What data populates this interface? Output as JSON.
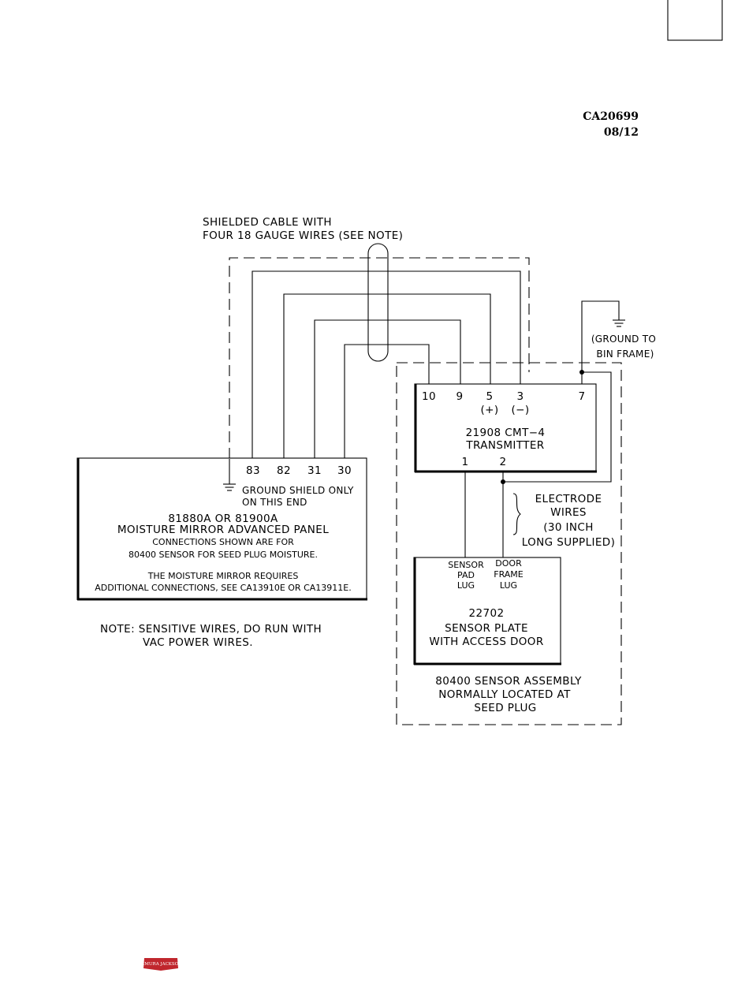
{
  "drawing": {
    "number": "CA20699",
    "date": "08/12"
  },
  "cable": {
    "label_line1": "SHIELDED CABLE WITH",
    "label_line2": "FOUR 18 GAUGE WIRES (SEE NOTE)"
  },
  "panel": {
    "terminals": [
      "83",
      "82",
      "31",
      "30"
    ],
    "ground_note_line1": "GROUND SHIELD ONLY",
    "ground_note_line2": "ON THIS END",
    "title_line1": "81880A OR 81900A",
    "title_line2": "MOISTURE MIRROR ADVANCED PANEL",
    "conn_line1": "CONNECTIONS SHOWN ARE FOR",
    "conn_line2": "80400 SENSOR FOR SEED PLUG MOISTURE.",
    "req_line1": "THE MOISTURE MIRROR REQUIRES",
    "req_line2": "ADDITIONAL CONNECTIONS, SEE CA13910E OR CA13911E."
  },
  "transmitter": {
    "terminals": [
      "10",
      "9",
      "5",
      "3",
      "7"
    ],
    "polarity_plus": "(+)",
    "polarity_minus": "(−)",
    "title_line1": "21908 CMT−4",
    "title_line2": "TRANSMITTER",
    "bottom_terminals": [
      "1",
      "2"
    ]
  },
  "ground": {
    "line1": "(GROUND TO",
    "line2": "BIN FRAME)"
  },
  "electrode": {
    "line1": "ELECTRODE",
    "line2": "WIRES",
    "line3": "(30 INCH",
    "line4": "LONG SUPPLIED)"
  },
  "plate": {
    "lug1_line1": "SENSOR",
    "lug1_line2": "PAD",
    "lug1_line3": "LUG",
    "lug2_line1": "DOOR",
    "lug2_line2": "FRAME",
    "lug2_line3": "LUG",
    "title_line1": "22702",
    "title_line2": "SENSOR PLATE",
    "title_line3": "WITH ACCESS DOOR"
  },
  "assembly": {
    "line1": "80400 SENSOR ASSEMBLY",
    "line2": "NORMALLY LOCATED AT",
    "line3": "SEED PLUG"
  },
  "note": {
    "line1": "NOTE:  SENSITIVE WIRES, DO RUN WITH",
    "line2": "VAC POWER WIRES."
  },
  "logo": {
    "text": "KIMURA JACKSON",
    "color": "#c0262d"
  }
}
